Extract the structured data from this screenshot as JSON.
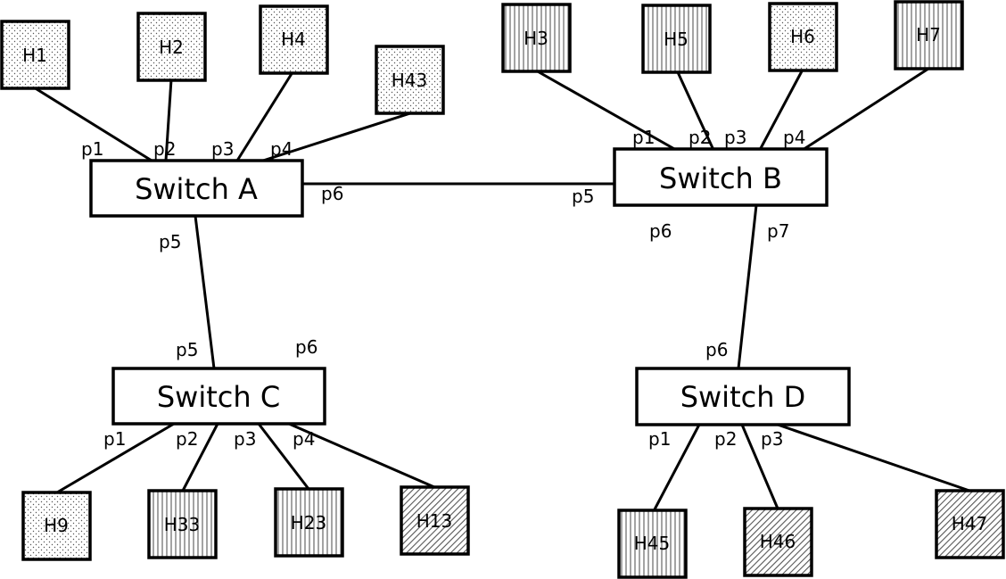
{
  "switches": {
    "A": {
      "label": "Switch A"
    },
    "B": {
      "label": "Switch B"
    },
    "C": {
      "label": "Switch C"
    },
    "D": {
      "label": "Switch D"
    }
  },
  "hosts": {
    "H1": {
      "label": "H1",
      "pattern": "dots"
    },
    "H2": {
      "label": "H2",
      "pattern": "dots"
    },
    "H4": {
      "label": "H4",
      "pattern": "dots"
    },
    "H43": {
      "label": "H43",
      "pattern": "dots"
    },
    "H3": {
      "label": "H3",
      "pattern": "vertical-lines"
    },
    "H5": {
      "label": "H5",
      "pattern": "vertical-lines"
    },
    "H6": {
      "label": "H6",
      "pattern": "dots"
    },
    "H7": {
      "label": "H7",
      "pattern": "vertical-lines"
    },
    "H9": {
      "label": "H9",
      "pattern": "dots"
    },
    "H33": {
      "label": "H33",
      "pattern": "vertical-lines"
    },
    "H23": {
      "label": "H23",
      "pattern": "vertical-lines"
    },
    "H13": {
      "label": "H13",
      "pattern": "diagonal-hatch"
    },
    "H45": {
      "label": "H45",
      "pattern": "vertical-lines"
    },
    "H46": {
      "label": "H46",
      "pattern": "diagonal-hatch"
    },
    "H47": {
      "label": "H47",
      "pattern": "diagonal-hatch"
    }
  },
  "ports": {
    "A_p1": "p1",
    "A_p2": "p2",
    "A_p3": "p3",
    "A_p4": "p4",
    "A_p5": "p5",
    "A_p6": "p6",
    "B_p1": "p1",
    "B_p2": "p2",
    "B_p3": "p3",
    "B_p4": "p4",
    "B_p5": "p5",
    "B_p6": "p6",
    "B_p7": "p7",
    "C_p1": "p1",
    "C_p2": "p2",
    "C_p3": "p3",
    "C_p4": "p4",
    "C_p5": "p5",
    "C_p6": "p6",
    "D_p1": "p1",
    "D_p2": "p2",
    "D_p3": "p3",
    "D_p6": "p6"
  }
}
